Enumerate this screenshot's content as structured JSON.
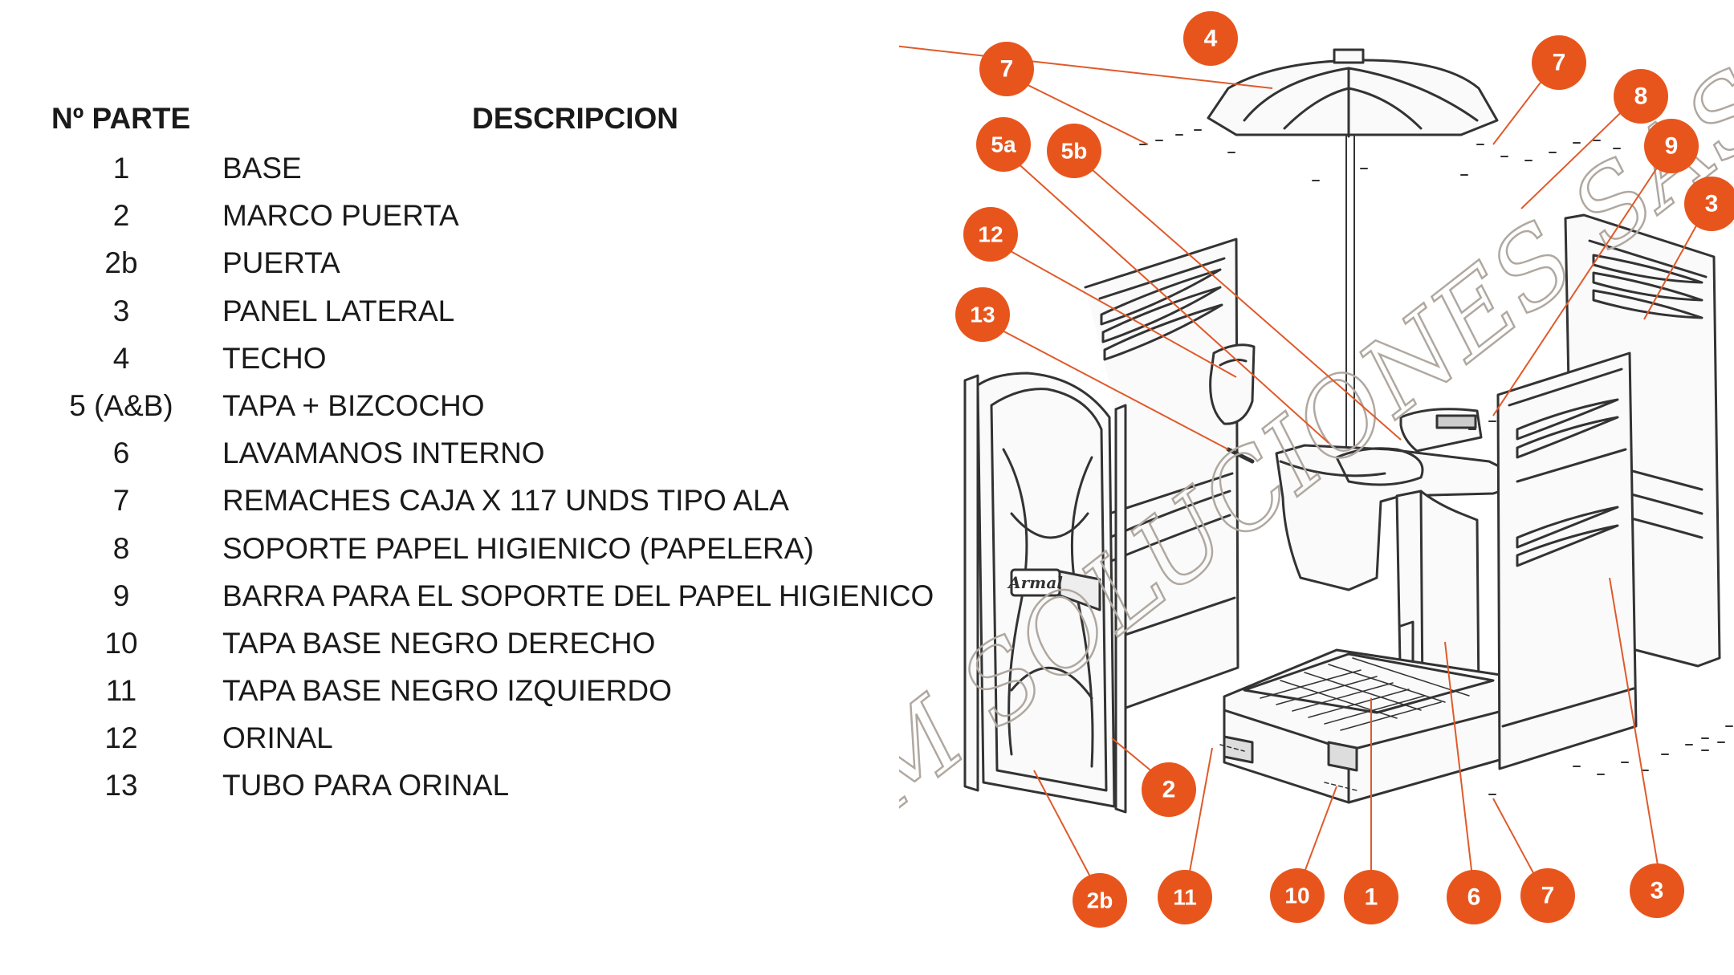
{
  "table": {
    "header_num": "Nº PARTE",
    "header_desc": "DESCRIPCION",
    "rows": [
      {
        "num": "1",
        "desc": "BASE"
      },
      {
        "num": "2",
        "desc": "MARCO PUERTA"
      },
      {
        "num": "2b",
        "desc": "PUERTA"
      },
      {
        "num": "3",
        "desc": "PANEL LATERAL"
      },
      {
        "num": "4",
        "desc": "TECHO"
      },
      {
        "num": "5 (A&B)",
        "desc": "TAPA + BIZCOCHO"
      },
      {
        "num": "6",
        "desc": "LAVAMANOS INTERNO"
      },
      {
        "num": "7",
        "desc": "REMACHES CAJA X 117 UNDS TIPO ALA"
      },
      {
        "num": "8",
        "desc": "SOPORTE PAPEL HIGIENICO (PAPELERA)"
      },
      {
        "num": "9",
        "desc": "BARRA PARA EL SOPORTE DEL PAPEL HIGIENICO"
      },
      {
        "num": "10",
        "desc": "TAPA BASE NEGRO DERECHO"
      },
      {
        "num": "11",
        "desc": "TAPA BASE NEGRO IZQUIERDO"
      },
      {
        "num": "12",
        "desc": "ORINAL"
      },
      {
        "num": "13",
        "desc": "TUBO PARA ORINAL"
      }
    ]
  },
  "diagram": {
    "callouts": [
      "7",
      "4",
      "7",
      "8",
      "9",
      "3",
      "5a",
      "5b",
      "12",
      "13",
      "2",
      "2b",
      "11",
      "10",
      "1",
      "6",
      "7",
      "3"
    ],
    "door_logo": "Armal",
    "watermark": "JM SOLUCIONES SAS",
    "colors": {
      "callout": "#e8551c",
      "line": "#333333",
      "leader": "#e05a2a",
      "watermark": "#b0a8a0"
    }
  }
}
